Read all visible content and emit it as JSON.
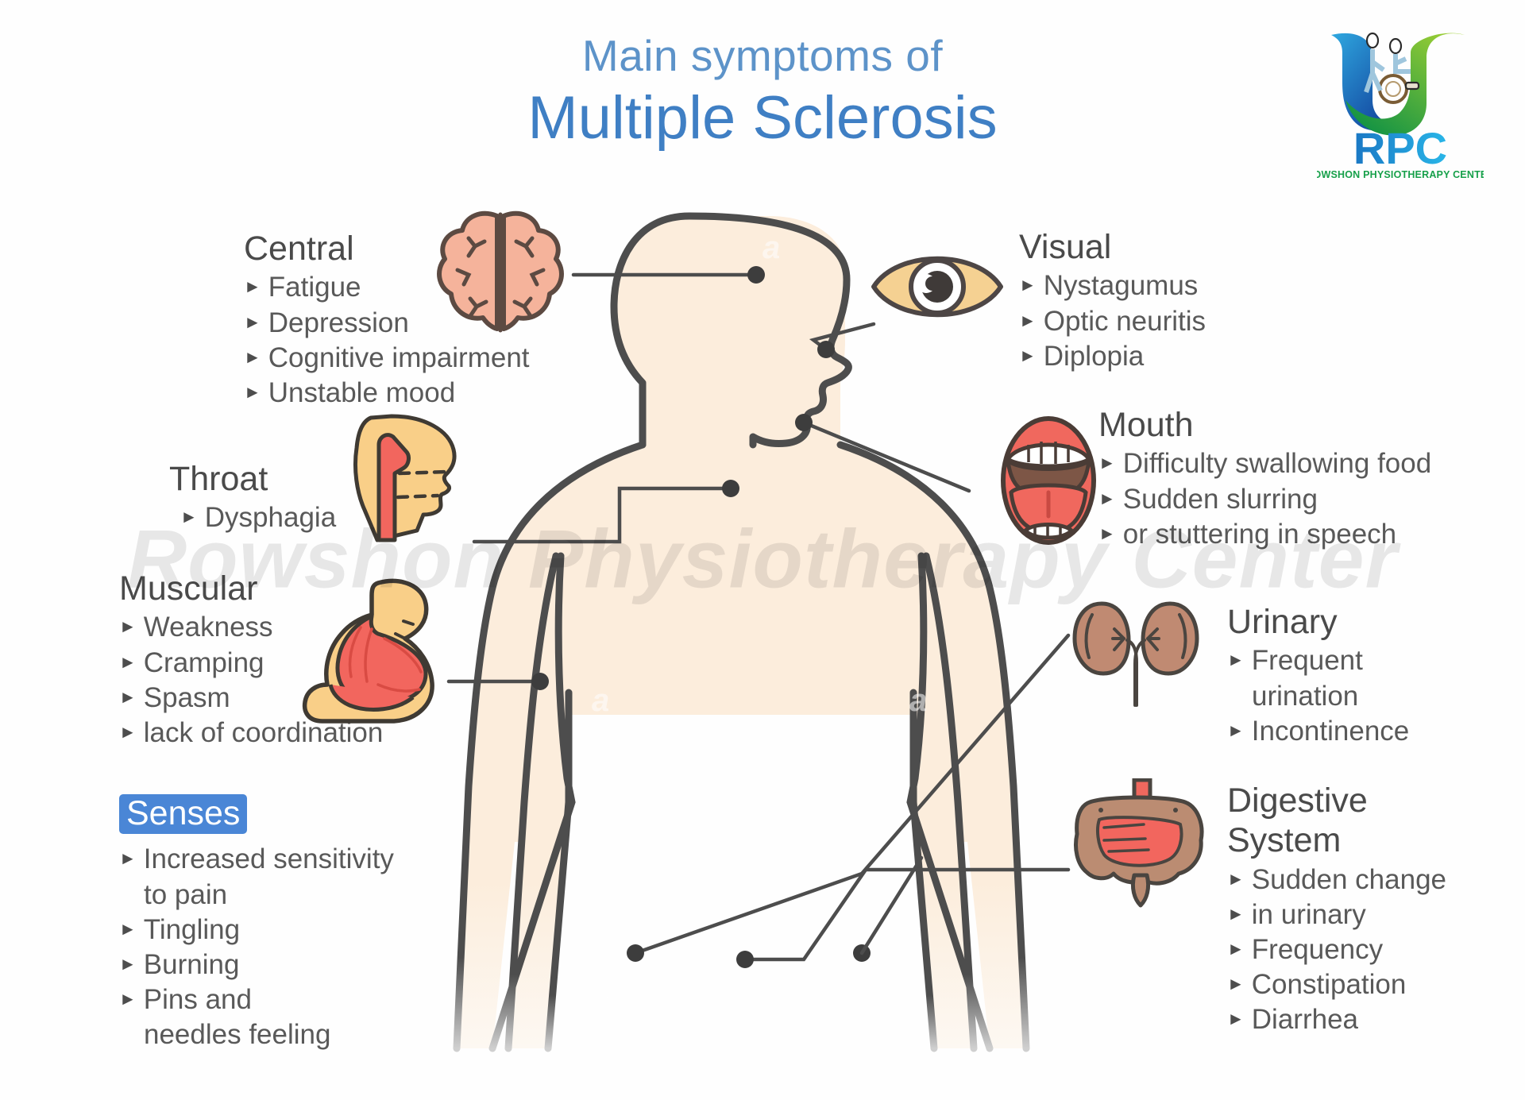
{
  "title": {
    "line1": "Main symptoms of",
    "line2": "Multiple Sclerosis",
    "color_small": "#5d93c9",
    "color_big": "#3f7fc4"
  },
  "logo": {
    "name": "rpc-logo",
    "acronym": "RPC",
    "tagline": "ROWSHON PHYSIOTHERAPY CENTER"
  },
  "watermark": {
    "text": "Rowshon Physiotherapy Center"
  },
  "sections": {
    "central": {
      "heading": "Central",
      "icon": "brain-icon",
      "items": [
        "Fatigue",
        "Depression",
        "Cognitive impairment",
        "Unstable mood"
      ]
    },
    "throat": {
      "heading": "Throat",
      "icon": "throat-icon",
      "items": [
        "Dysphagia"
      ]
    },
    "muscular": {
      "heading": "Muscular",
      "icon": "arm-muscle-icon",
      "items": [
        "Weakness",
        "Cramping",
        "Spasm",
        "lack of coordination"
      ]
    },
    "senses": {
      "heading": "Senses",
      "highlighted": true,
      "highlight_color": "#4a86d6",
      "items": [
        "Increased sensitivity",
        "to pain",
        "Tingling",
        "Burning",
        "Pins and",
        "needles feeling"
      ],
      "continuation_indices": [
        1,
        5
      ]
    },
    "visual": {
      "heading": "Visual",
      "icon": "eye-icon",
      "items": [
        "Nystagumus",
        "Optic neuritis",
        "Diplopia"
      ]
    },
    "mouth": {
      "heading": "Mouth",
      "icon": "mouth-icon",
      "items": [
        "Difficulty swallowing food",
        "Sudden slurring",
        "or stuttering in speech"
      ]
    },
    "urinary": {
      "heading": "Urinary",
      "icon": "kidneys-icon",
      "items": [
        "Frequent",
        "urination",
        "Incontinence"
      ],
      "continuation_indices": [
        1
      ]
    },
    "digestive": {
      "heading_line1": "Digestive",
      "heading_line2": "System",
      "icon": "intestines-icon",
      "items": [
        "Sudden change",
        "in urinary",
        "Frequency",
        "Constipation",
        "Diarrhea"
      ]
    }
  },
  "colors": {
    "body_fill": "#fceddc",
    "body_outline": "#4d4d4d",
    "brain": "#f5b39b",
    "eye": "#f5d192",
    "mouth": "#f0685e",
    "kidney": "#c08a72",
    "intestine": "#bb8c72",
    "muscle": "#f2665e",
    "skin_icon": "#f9cf88"
  },
  "bullet_glyph": "►"
}
